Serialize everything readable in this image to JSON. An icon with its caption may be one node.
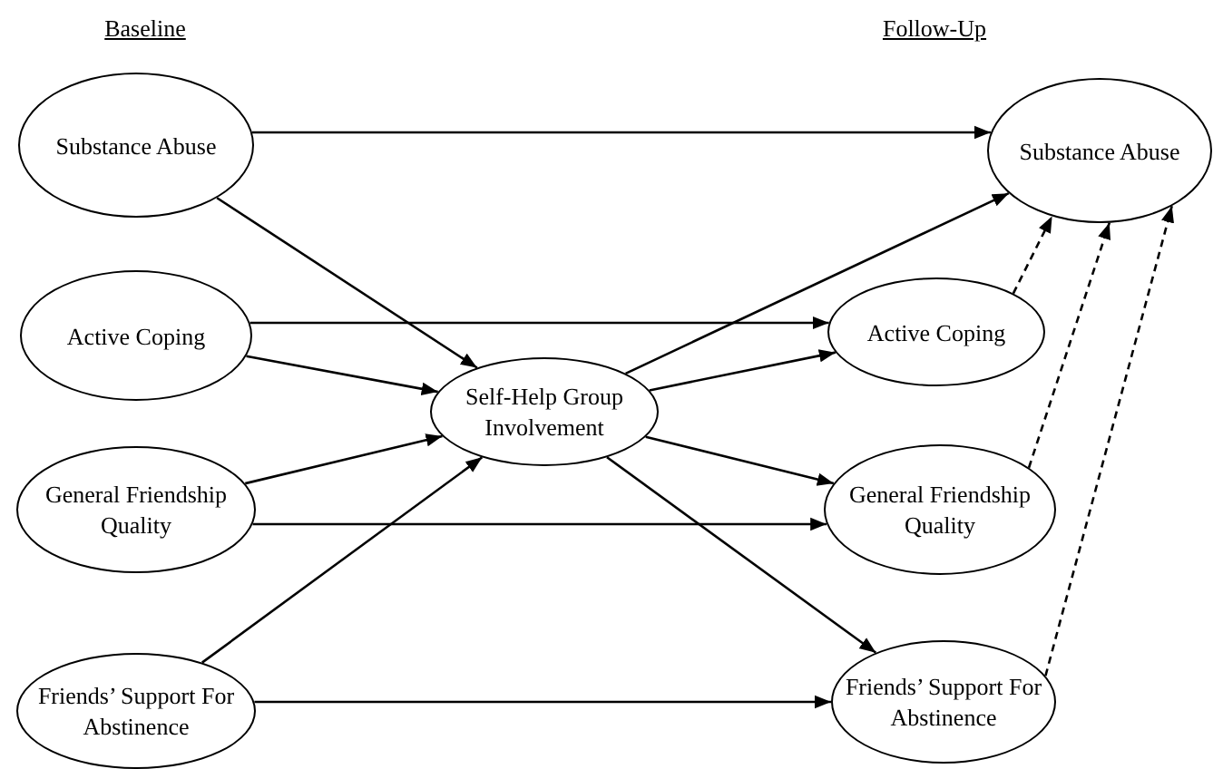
{
  "diagram": {
    "nodes": [
      {
        "text": [
          "Substance Abuse"
        ]
      },
      {
        "text": [
          "Active Coping"
        ]
      },
      {
        "text": [
          "General Friendship Quality"
        ]
      },
      {
        "text": [
          "Friends’ Support For Abstinence"
        ]
      },
      {
        "text": [
          "Self-Help Group Involvement"
        ]
      },
      {
        "text": [
          "Substance Abuse"
        ]
      },
      {
        "text": [
          "Active Coping"
        ]
      },
      {
        "text": [
          "General Friendship Quality"
        ]
      },
      {
        "text": [
          "Friends’ Support For Abstinence"
        ]
      }
    ],
    "edges": [
      {
        "from": 0,
        "to": 5,
        "arrow": "to"
      },
      {
        "from": 0,
        "to": 4,
        "arrow": "to"
      },
      {
        "from": 1,
        "to": 6,
        "arrow": "to"
      },
      {
        "from": 1,
        "to": 4,
        "arrow": "to"
      },
      {
        "from": 2,
        "to": 4,
        "arrow": "to"
      },
      {
        "from": 2,
        "to": 7,
        "arrow": "to"
      },
      {
        "from": 3,
        "to": 4,
        "arrow": "to"
      },
      {
        "from": 3,
        "to": 8,
        "arrow": "to"
      },
      {
        "from": 4,
        "to": 5,
        "arrow": "to"
      },
      {
        "from": 4,
        "to": 6,
        "arrow": "to"
      },
      {
        "from": 4,
        "to": 7,
        "arrow": "to"
      },
      {
        "from": 4,
        "to": 8,
        "arrow": "to"
      },
      {
        "from": 6,
        "to": 5,
        "arrow": "to",
        "style": "dashed"
      },
      {
        "from": 7,
        "to": 5,
        "arrow": "to",
        "style": "dashed"
      },
      {
        "from": 8,
        "to": 5,
        "arrow": "to",
        "style": "dashed"
      }
    ],
    "labels": [
      "Baseline",
      "Follow-Up"
    ]
  }
}
